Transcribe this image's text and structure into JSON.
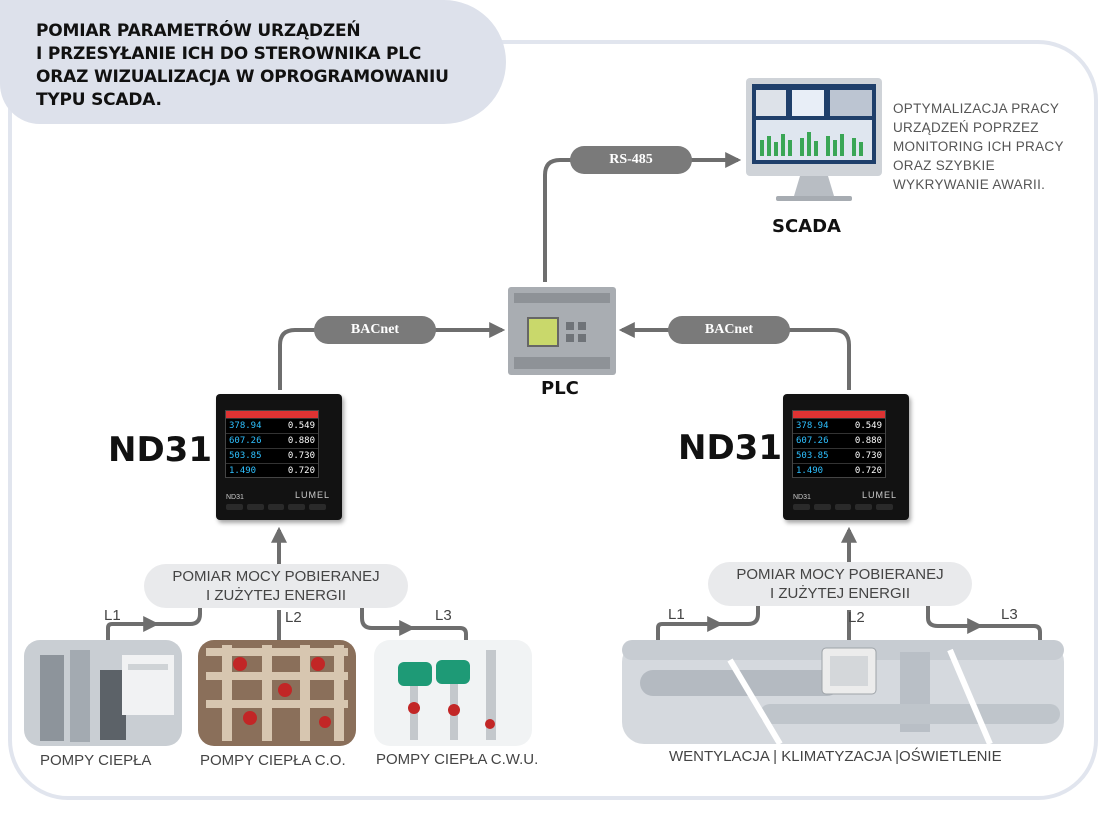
{
  "title": "POMIAR PARAMETRÓW URZĄDZEŃ\nI PRZESYŁANIE ICH DO STEROWNIKA PLC\nORAZ WIZUALIZACJA W OPROGRAMOWANIU\nTYPU SCADA.",
  "scada": {
    "label": "SCADA",
    "protocol": "RS-485",
    "note": "OPTYMALIZACJA PRACY\nURZĄDZEŃ POPRZEZ\nMONITORING ICH PRACY\nORAZ SZYBKIE\nWYKRYWANIE AWARII."
  },
  "plc": {
    "label": "PLC"
  },
  "left": {
    "device": "ND31",
    "protocol": "BACnet",
    "measure": "POMIAR MOCY POBIERANEJ\nI ZUŻYTEJ ENERGII",
    "lines": [
      "L1",
      "L2",
      "L3"
    ],
    "captions": [
      "POMPY CIEPŁA",
      "POMPY CIEPŁA C.O.",
      "POMPY CIEPŁA C.W.U."
    ]
  },
  "right": {
    "device": "ND31",
    "protocol": "BACnet",
    "measure": "POMIAR MOCY POBIERANEJ\nI ZUŻYTEJ ENERGII",
    "lines": [
      "L1",
      "L2",
      "L3"
    ],
    "caption": "WENTYLACJA | KLIMATYZACJA |OŚWIETLENIE"
  },
  "meter_screen": {
    "rows": [
      [
        "378.94",
        "0.549"
      ],
      [
        "607.26",
        "0.880"
      ],
      [
        "503.85",
        "0.730"
      ],
      [
        "1.490",
        "0.720"
      ]
    ],
    "model": "ND31",
    "brand": "LUMEL"
  },
  "colors": {
    "frame": "#e1e5ee",
    "pill": "#7a7a7a",
    "line": "#6e6e6e",
    "measure_bg": "#e9eaec"
  }
}
